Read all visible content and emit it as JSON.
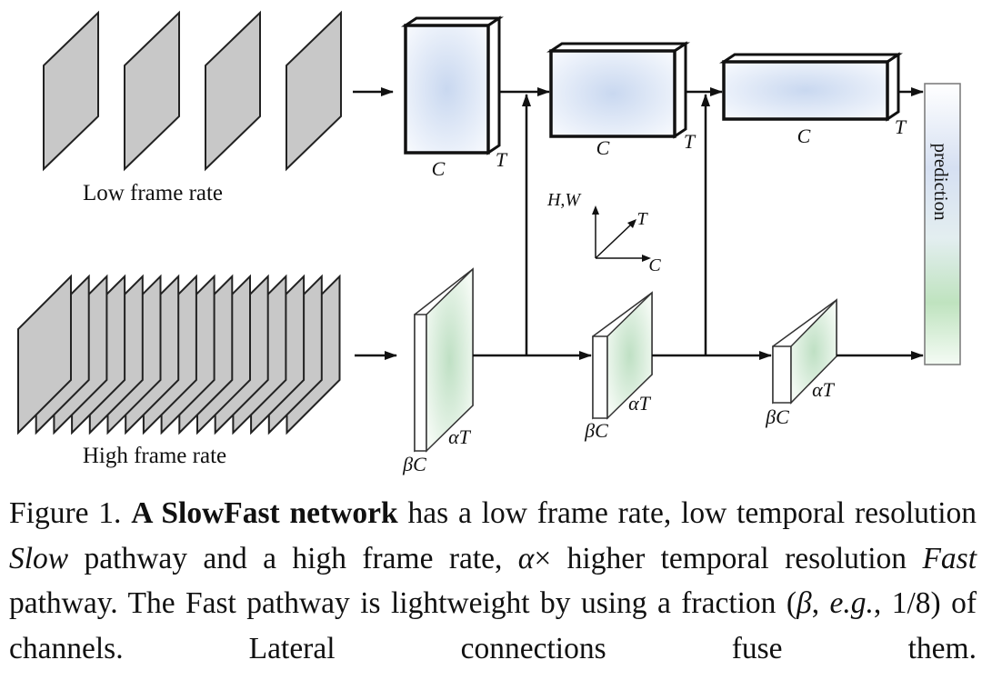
{
  "diagram": {
    "low_frame_rate_label": "Low frame rate",
    "high_frame_rate_label": "High frame rate",
    "prediction_label": "prediction",
    "slow_channel_label": "C",
    "slow_time_label": "T",
    "fast_channel_label": "βC",
    "fast_time_label": "αT",
    "axes": {
      "up": "H,W",
      "diag": "T",
      "right": "C"
    }
  },
  "caption": {
    "prefix": "Figure 1. ",
    "title": "A SlowFast network",
    "part1": " has a low frame rate, low temporal resolution ",
    "slow": "Slow",
    "part2": " pathway and a high frame rate, ",
    "alpha": "α",
    "times": "×",
    "part3": " higher temporal resolution ",
    "fast": "Fast",
    "part4": " pathway. The Fast pathway is lightweight by using a fraction (",
    "beta": "β",
    "part5": ", ",
    "eg": "e.g.",
    "part6": ", 1/8) of channels. Lateral connections fuse them."
  }
}
